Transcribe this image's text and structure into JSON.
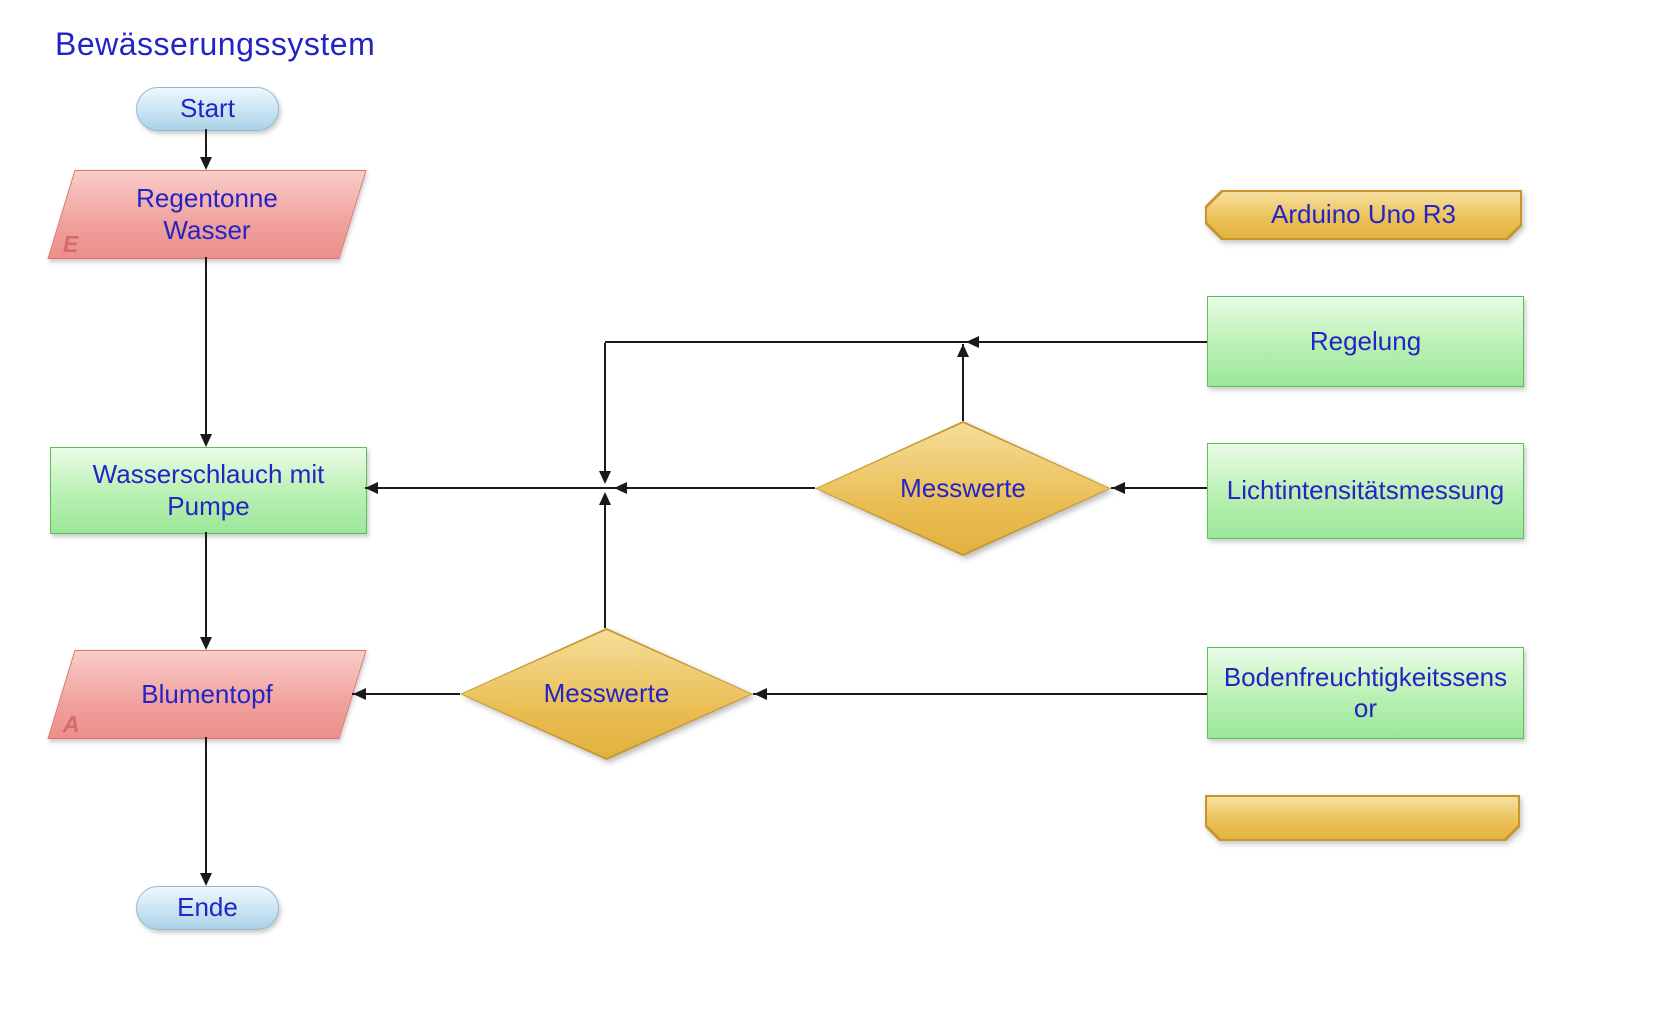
{
  "title": "Bewässerungssystem",
  "palette": {
    "text_blue": "#2424C4",
    "connector_black": "#1A1A1A",
    "terminator_fill": "#CDE6F3",
    "terminator_border": "#90B9CF",
    "process_fill": "#B9F0B2",
    "process_border": "#5CBE5C",
    "io_fill": "#F0A19D",
    "io_border": "#DD7070",
    "gold_fill": "#EABF55",
    "gold_border": "#C6952B"
  },
  "nodes": {
    "start": {
      "label": "Start"
    },
    "regentonne": {
      "label": "Regentonne\nWasser",
      "corner_letter": "E"
    },
    "wasserschlauch": {
      "label": "Wasserschlauch mit\nPumpe"
    },
    "blumentopf": {
      "label": "Blumentopf",
      "corner_letter": "A"
    },
    "ende": {
      "label": "Ende"
    },
    "arduino": {
      "label": "Arduino Uno R3"
    },
    "regelung": {
      "label": "Regelung"
    },
    "lichtmessung": {
      "label": "Lichtintensitätsmessung"
    },
    "bodensensor": {
      "label": "Bodenfreuchtigkeitssens\nor"
    },
    "messwerte_licht": {
      "label": "Messwerte"
    },
    "messwerte_boden": {
      "label": "Messwerte"
    },
    "blank_tab": {
      "label": ""
    }
  }
}
